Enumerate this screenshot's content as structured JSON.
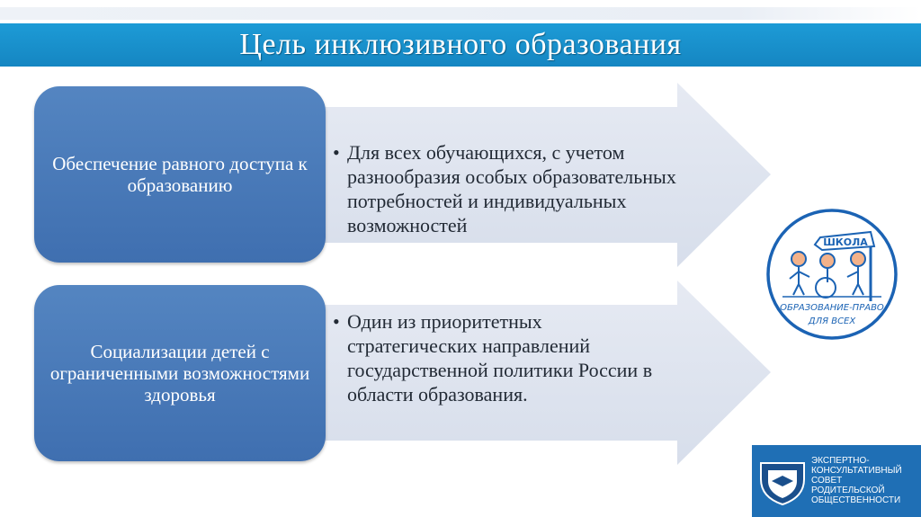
{
  "title": "Цель инклюзивного образования",
  "items": [
    {
      "box": "Обеспечение равного доступа к образованию",
      "bullet": "Для всех обучающихся, с учетом разнообразия особых образовательных потребностей и индивидуальных возможностей"
    },
    {
      "box": "Социализации детей с ограниченными возможностями здоровья",
      "bullet": "Один из приоритетных стратегических направлений государственной политики России в области образования."
    }
  ],
  "logo": {
    "sign": "ШКОЛА",
    "line1": "ОБРАЗОВАНИЕ-ПРАВО",
    "line2": "ДЛЯ ВСЕХ"
  },
  "council": {
    "lines": [
      "ЭКСПЕРТНО-",
      "КОНСУЛЬТАТИВНЫЙ",
      "СОВЕТ",
      "РОДИТЕЛЬСКОЙ",
      "ОБЩЕСТВЕННОСТИ"
    ]
  },
  "colors": {
    "title_bar": "#1a8fce",
    "box": "#4a7bbb",
    "arrow": "#dde3ef"
  }
}
